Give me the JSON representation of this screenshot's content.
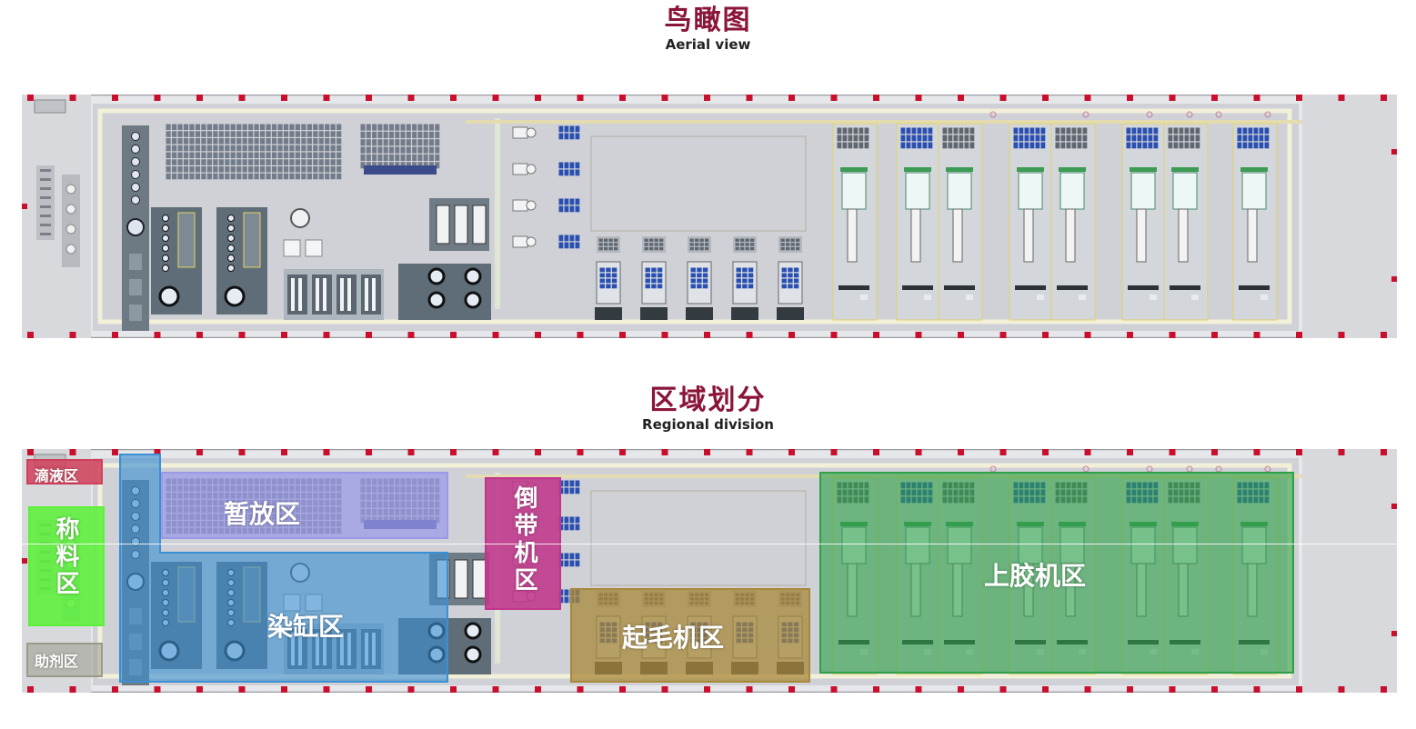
{
  "aerial": {
    "title_zh": "鸟瞰图",
    "title_en": "Aerial view"
  },
  "regional": {
    "title_zh": "区域划分",
    "title_en": "Regional division"
  },
  "colors": {
    "title": "#8a1538",
    "floor": "#cfd1d6",
    "wall": "#9a9ca3",
    "pillar": "#c8102e",
    "walkway": "#e3ecd8",
    "machine_dark": "#5f6d78",
    "machine_blue": "#2a4fb0",
    "zone_green_bright": "#5cf03a",
    "zone_magenta": "#c0358b",
    "zone_blue": "#3c8fd2",
    "zone_lavender": "#9a9ae8",
    "zone_olive": "#a8883a",
    "zone_green": "#2fa048",
    "zone_red": "#d0405a",
    "zone_grey": "#9a9a8a"
  },
  "zones": [
    {
      "id": "drip",
      "label": "滴液区"
    },
    {
      "id": "weighing",
      "label": "称料区"
    },
    {
      "id": "auxiliary",
      "label": "助剂区"
    },
    {
      "id": "storage",
      "label": "暂放区"
    },
    {
      "id": "dyeing",
      "label": "染缸区"
    },
    {
      "id": "rewind",
      "label": "倒带机区"
    },
    {
      "id": "raising",
      "label": "起毛机区"
    },
    {
      "id": "gluing",
      "label": "上胶机区"
    }
  ]
}
